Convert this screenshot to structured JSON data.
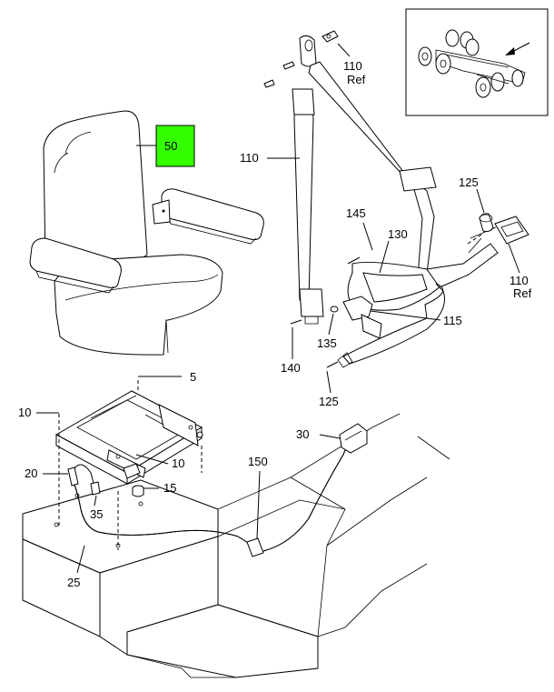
{
  "callouts": {
    "c50": "50",
    "c110_top": "110",
    "c110_top_ref": "Ref",
    "c110_left": "110",
    "c125_top": "125",
    "c145": "145",
    "c130": "130",
    "c110_right": "110",
    "c110_right_ref": "Ref",
    "c115": "115",
    "c135": "135",
    "c140": "140",
    "c125_bottom": "125",
    "c5": "5",
    "c10_left": "10",
    "c10_mid": "10",
    "c30": "30",
    "c150": "150",
    "c20": "20",
    "c15": "15",
    "c35": "35",
    "c25": "25"
  },
  "colors": {
    "highlight_box": "#33ff00",
    "line": "#000000"
  }
}
